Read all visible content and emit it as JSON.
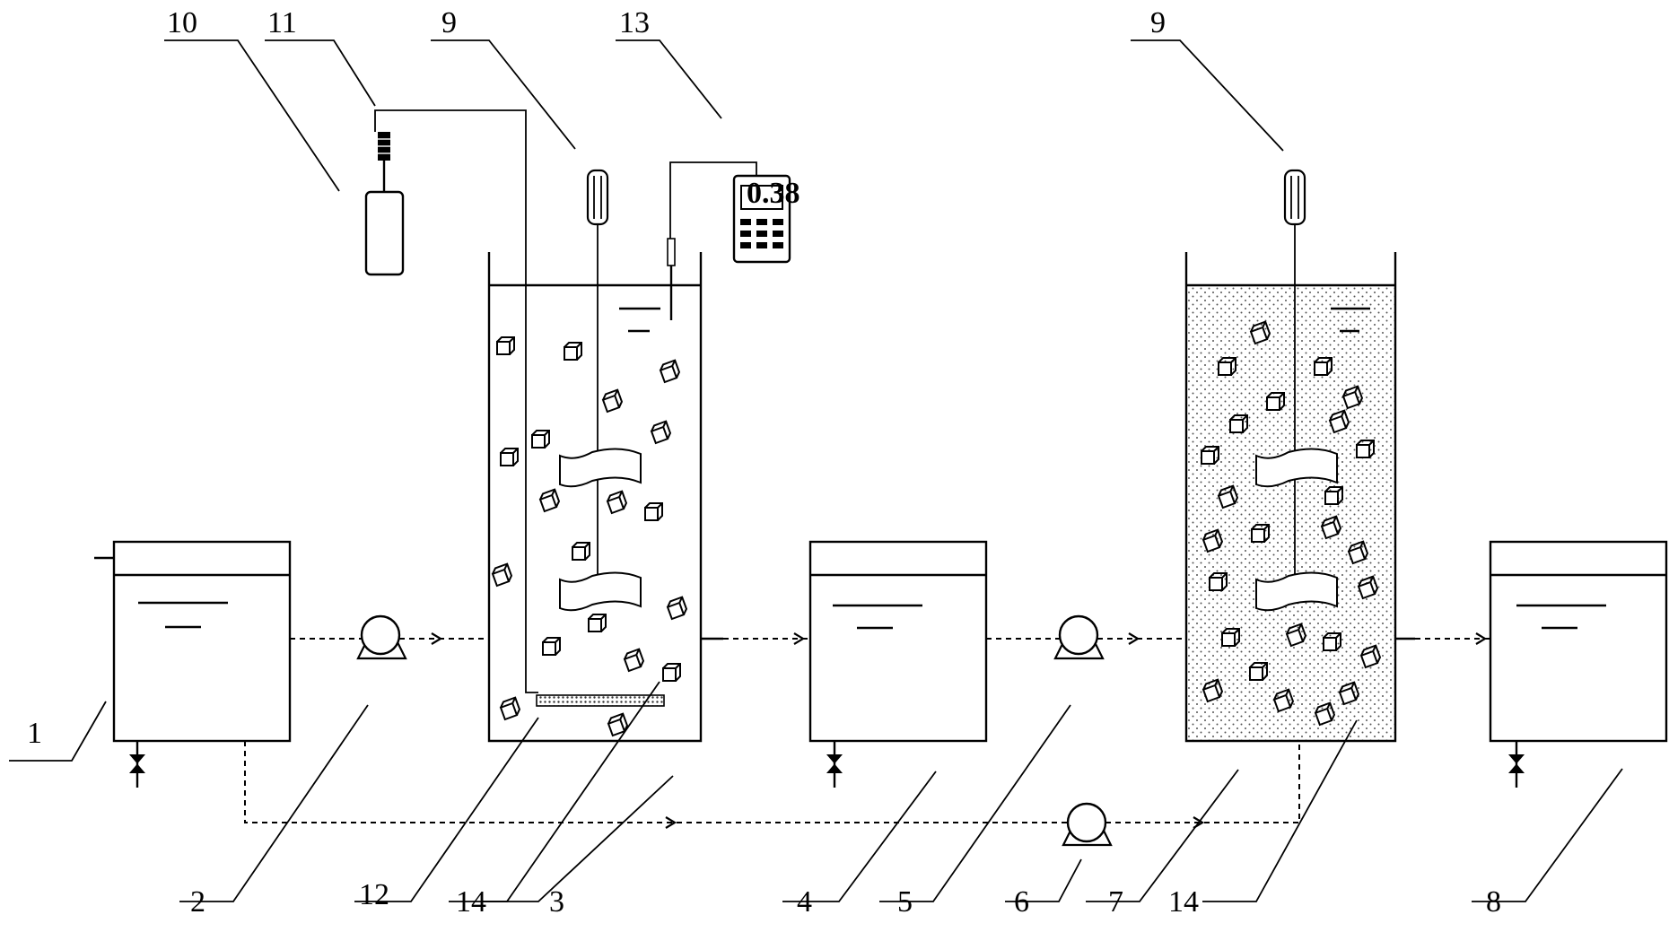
{
  "diagram": {
    "labels": [
      {
        "id": "label-1",
        "text": "1"
      },
      {
        "id": "label-2",
        "text": "2"
      },
      {
        "id": "label-3",
        "text": "3"
      },
      {
        "id": "label-4",
        "text": "4"
      },
      {
        "id": "label-5",
        "text": "5"
      },
      {
        "id": "label-6",
        "text": "6"
      },
      {
        "id": "label-7",
        "text": "7"
      },
      {
        "id": "label-8",
        "text": "8"
      },
      {
        "id": "label-9-left",
        "text": "9"
      },
      {
        "id": "label-9-right",
        "text": "9"
      },
      {
        "id": "label-10",
        "text": "10"
      },
      {
        "id": "label-11",
        "text": "11"
      },
      {
        "id": "label-12",
        "text": "12"
      },
      {
        "id": "label-13",
        "text": "13"
      },
      {
        "id": "label-14-left",
        "text": "14"
      },
      {
        "id": "label-14-right",
        "text": "14"
      }
    ],
    "meter_reading": "0.38"
  }
}
